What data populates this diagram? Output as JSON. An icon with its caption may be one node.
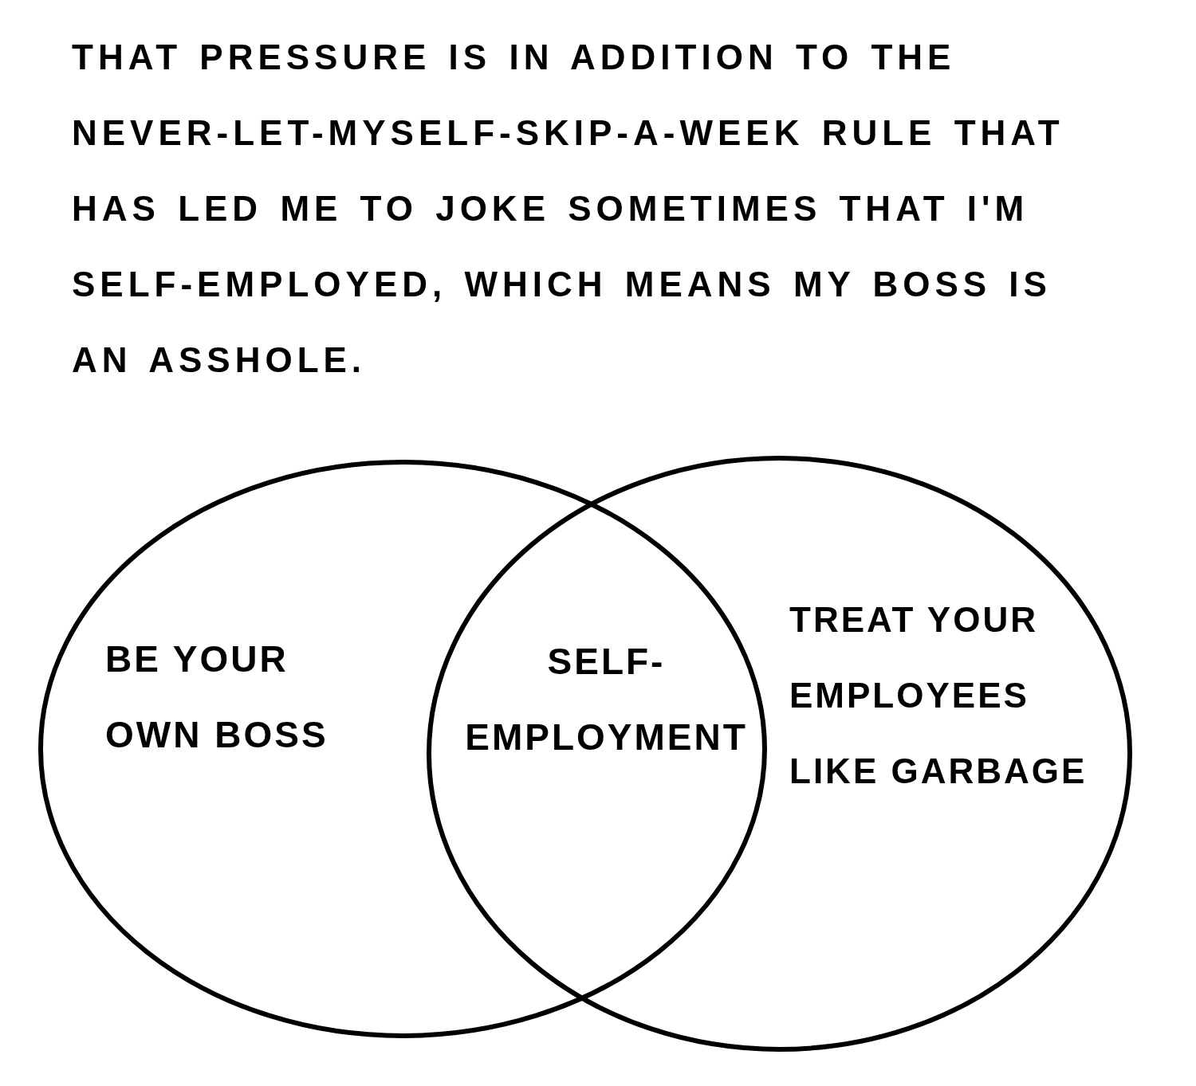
{
  "diagram": {
    "title": "THAT PRESSURE IS IN ADDITION TO THE NEVER-LET-MYSELF-SKIP-A-WEEK RULE THAT HAS LED ME TO JOKE SOMETIMES THAT I'M SELF-EMPLOYED, WHICH MEANS MY BOSS IS AN ASSHOLE.",
    "nodes": [
      {
        "text": [
          "BE YOUR OWN BOSS"
        ]
      },
      {
        "text": [
          "SELF-EMPLOYMENT"
        ]
      },
      {
        "text": [
          "TREAT YOUR EMPLOYEES LIKE GARBAGE"
        ]
      }
    ]
  }
}
